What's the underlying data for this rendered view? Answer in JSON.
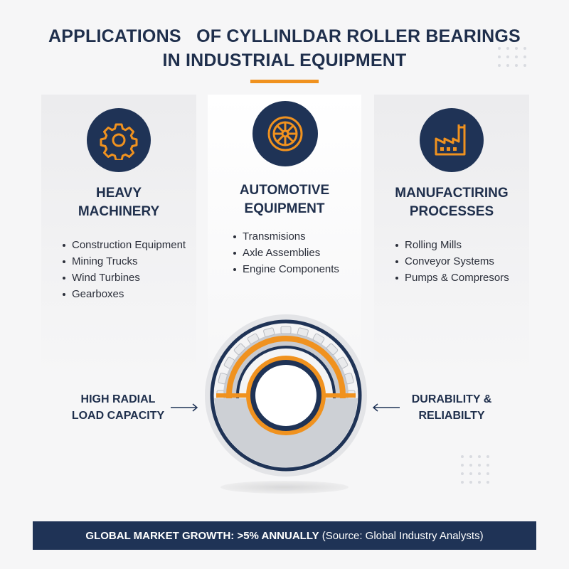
{
  "title": {
    "line1": "APPLICATIONS   OF CYLLINLDAR ROLLER BEARINGS",
    "line2": "IN INDUSTRIAL EQUIPMENT"
  },
  "cards": {
    "heavy": {
      "icon": "gear-icon",
      "heading_line1": "HEAVY",
      "heading_line2": "MACHINERY",
      "items": [
        "Construction Equipment",
        "Mining Trucks",
        "Wind Turbines",
        "Gearboxes"
      ]
    },
    "automotive": {
      "icon": "wheel-icon",
      "heading_line1": "AUTOMOTIVE",
      "heading_line2": "EQUIPMENT",
      "items": [
        "Transmisions",
        "Axle Assemblies",
        "Engine Components"
      ]
    },
    "manufacturing": {
      "icon": "factory-icon",
      "heading_line1": "MANUFACTIRING",
      "heading_line2": "PROCESSES",
      "items": [
        "Rolling Mills",
        "Conveyor Systems",
        "Pumps & Compresors"
      ]
    }
  },
  "callouts": {
    "left_line1": "HIGH RADIAL",
    "left_line2": "LOAD CAPACITY",
    "right_line1": "DURABILITY &",
    "right_line2": "RELIABILTY"
  },
  "banner": {
    "bold": "GLOBAL MARKET GROWTH: >5% ANNUALLY",
    "normal": " (Source: Global Industry Analysts)"
  },
  "colors": {
    "navy": "#1f3356",
    "orange": "#f0921f",
    "background": "#f6f6f7"
  },
  "icons": [
    "gear-icon",
    "wheel-icon",
    "factory-icon",
    "arrow-right-icon",
    "arrow-left-icon",
    "bearing-illustration"
  ]
}
